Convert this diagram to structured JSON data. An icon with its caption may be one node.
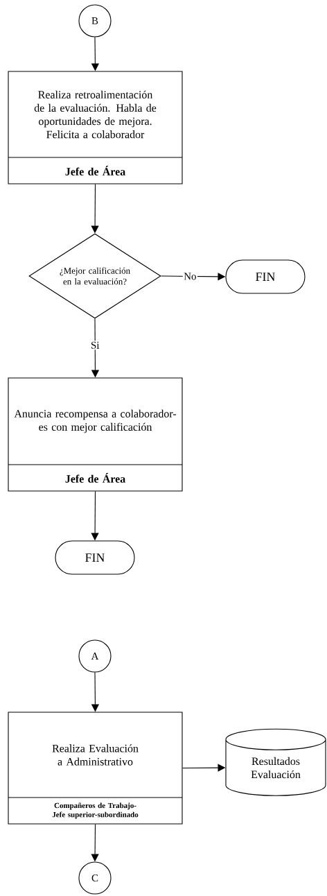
{
  "diagram": {
    "nodes": [
      {
        "text": [
          "B"
        ]
      },
      {
        "text": [
          "Realiza retroalimentación de la evaluación. Habla de oportunidades de mejora. Felicita a colaborador",
          "Jefe de Área"
        ]
      },
      {
        "text": [
          "¿Mejor calificación en la evaluación?"
        ]
      },
      {
        "text": [
          "FIN"
        ]
      },
      {
        "text": [
          "Anuncia recompensa a colaborador-es con mejor calificación",
          "Jefe de Área"
        ]
      },
      {
        "text": [
          "FIN"
        ]
      },
      {
        "text": [
          "A"
        ]
      },
      {
        "text": [
          "Realiza Evaluación a Administrativo",
          "Compañeros de Trabajo-Jefe superior-subordinado"
        ]
      },
      {
        "text": [
          "Resultados Evaluación"
        ]
      },
      {
        "text": [
          "C"
        ]
      }
    ],
    "edges": [
      {
        "from": 0,
        "to": 1,
        "arrow": "to"
      },
      {
        "from": 1,
        "to": 2,
        "arrow": "to"
      },
      {
        "from": 2,
        "to": 3,
        "arrow": "to",
        "label": "No"
      },
      {
        "from": 2,
        "to": 4,
        "arrow": "to",
        "label": "Si"
      },
      {
        "from": 4,
        "to": 5,
        "arrow": "to"
      },
      {
        "from": 6,
        "to": 7,
        "arrow": "to"
      },
      {
        "from": 7,
        "to": 8,
        "arrow": "to"
      },
      {
        "from": 7,
        "to": 9,
        "arrow": "to"
      }
    ]
  }
}
